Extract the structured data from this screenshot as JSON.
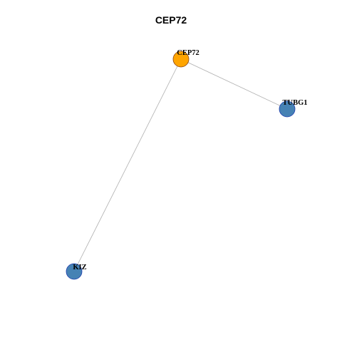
{
  "title": "CEP72",
  "colors": {
    "center_node": "#FFA500",
    "neighbor_node": "#4682B4",
    "node_border_center": "#8B4513",
    "node_border_neighbor": "#1F3FAF",
    "edge": "#B0B0B0"
  },
  "nodes": [
    {
      "id": "CEP72",
      "label": "CEP72",
      "role": "center"
    },
    {
      "id": "TUBG1",
      "label": "TUBG1",
      "role": "neighbor"
    },
    {
      "id": "KIZ",
      "label": "KIZ",
      "role": "neighbor"
    }
  ],
  "edges": [
    {
      "source": "CEP72",
      "target": "TUBG1"
    },
    {
      "source": "CEP72",
      "target": "KIZ"
    }
  ]
}
